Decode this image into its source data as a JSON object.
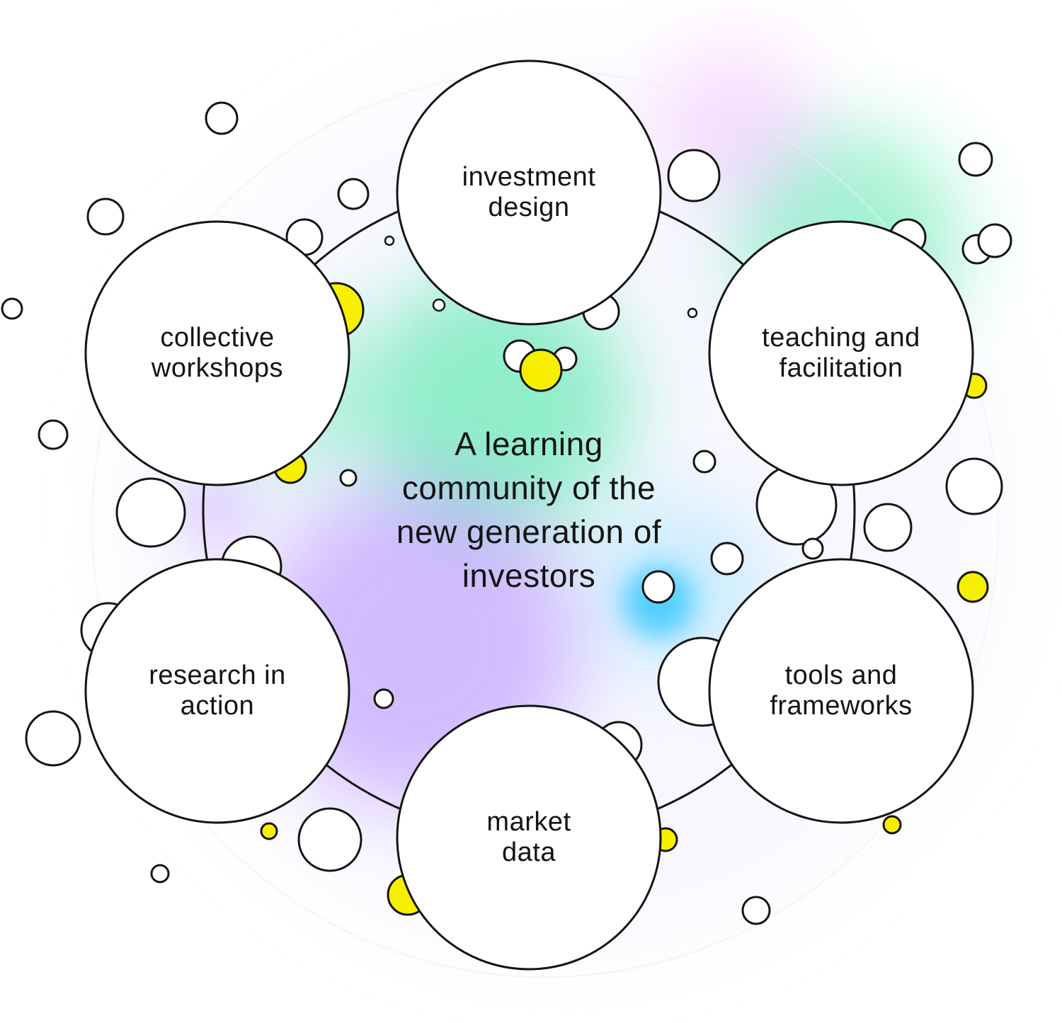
{
  "center": {
    "lines": [
      "A learning",
      "community of the",
      "new generation of",
      "investors"
    ]
  },
  "nodes": [
    {
      "id": "investment-design",
      "lines": [
        "investment",
        "design"
      ]
    },
    {
      "id": "teaching-and-facilitation",
      "lines": [
        "teaching and",
        "facilitation"
      ]
    },
    {
      "id": "tools-and-frameworks",
      "lines": [
        "tools and",
        "frameworks"
      ]
    },
    {
      "id": "market-data",
      "lines": [
        "market",
        "data"
      ]
    },
    {
      "id": "research-in-action",
      "lines": [
        "research in",
        "action"
      ]
    },
    {
      "id": "collective-workshops",
      "lines": [
        "collective",
        "workshops"
      ]
    }
  ],
  "colors": {
    "stroke": "#141414",
    "node_fill": "#ffffff",
    "accent_yellow": "#f7ef00",
    "glow_green": "#3ee6a0",
    "glow_purple": "#b38cff",
    "glow_blue": "#36c8ff",
    "glow_pink": "#f0a3ff"
  }
}
